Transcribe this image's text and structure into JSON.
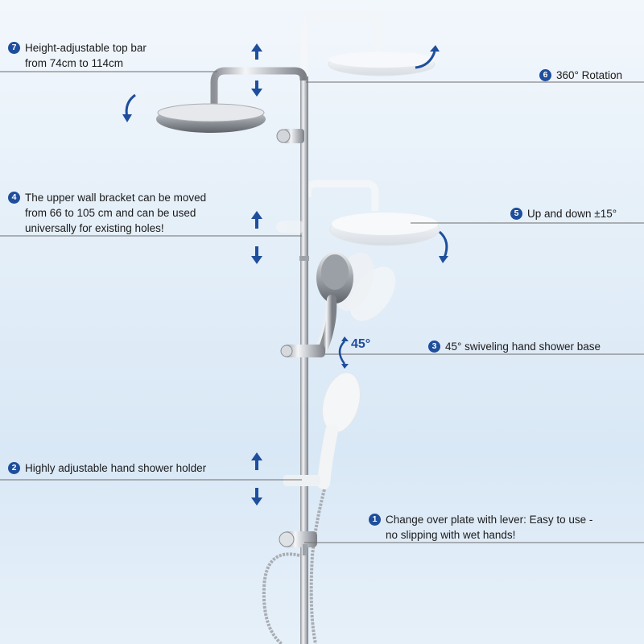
{
  "colors": {
    "accent": "#1e4e9c",
    "chrome": "#b8bcc2",
    "line": "#6e6e6e"
  },
  "features": [
    {
      "number": "7",
      "text": "Height-adjustable top bar\nfrom 74cm to 114cm"
    },
    {
      "number": "6",
      "text": "360° Rotation"
    },
    {
      "number": "4",
      "text": "The upper wall bracket can be moved\nfrom 66 to 105 cm and can be used\nuniversally for existing holes!"
    },
    {
      "number": "5",
      "text": "Up and down ±15°"
    },
    {
      "number": "3",
      "text": "45° swiveling hand shower base"
    },
    {
      "number": "2",
      "text": "Highly adjustable hand shower holder"
    },
    {
      "number": "1",
      "text": "Change over plate with lever: Easy to use -\nno slipping with wet hands!"
    }
  ],
  "angle_badge": "45°",
  "icons": [
    "up-down-arrow-icon",
    "rotate-arrow-icon",
    "swivel-arrow-icon"
  ]
}
